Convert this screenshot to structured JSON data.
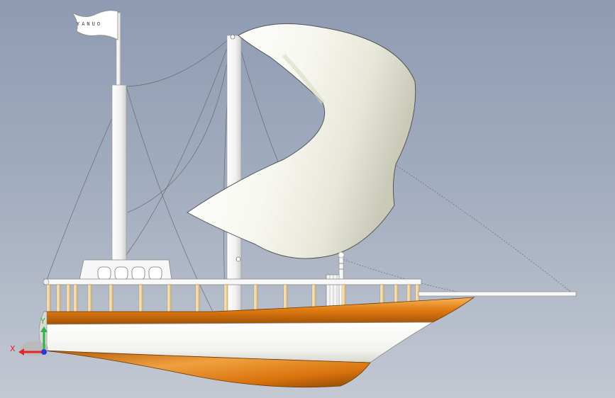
{
  "model": {
    "flag_text": "YANUO"
  },
  "triad": {
    "x_label": "X",
    "y_label": "Y",
    "x_color": "#e8232a",
    "y_color": "#2eb24a",
    "z_color": "#2a3bd6"
  },
  "colors": {
    "hull_orange": "#e07a10",
    "hull_white": "#ffffff",
    "railing_post": "#f1d7a0",
    "sail": "#fafaf4",
    "mast": "#f4f4f4"
  }
}
